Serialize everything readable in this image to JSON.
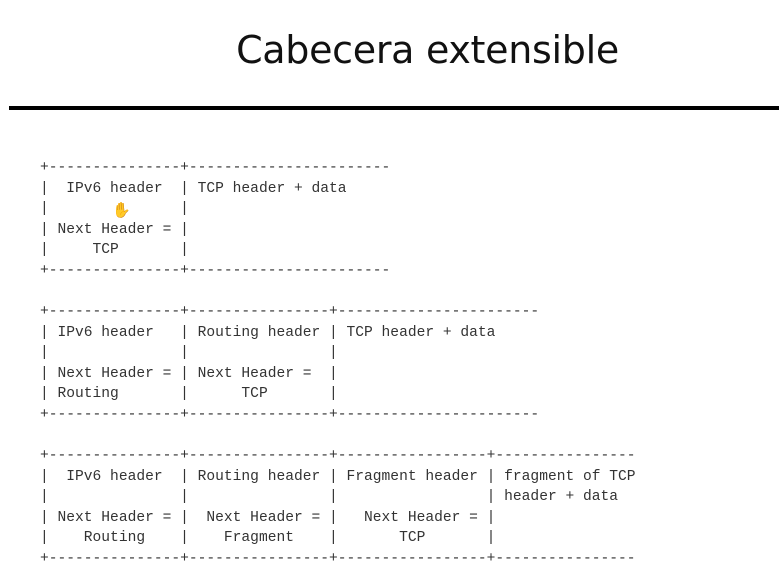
{
  "slide": {
    "title": "Cabecera extensible"
  },
  "diagrams": {
    "d1": "+---------------+-----------------------\n|  IPv6 header  | TCP header + data\n|               |\n| Next Header = |\n|     TCP       |\n+---------------+-----------------------",
    "d2": "+---------------+----------------+-----------------------\n| IPv6 header   | Routing header | TCP header + data\n|               |                |\n| Next Header = | Next Header =  |\n| Routing       |      TCP       |\n+---------------+----------------+-----------------------",
    "d3": "+---------------+----------------+-----------------+----------------\n|  IPv6 header  | Routing header | Fragment header | fragment of TCP\n|               |                |                 | header + data\n| Next Header = |  Next Header = |   Next Header = |\n|    Routing    |    Fragment    |       TCP       |\n+---------------+----------------+-----------------+----------------"
  },
  "icons": {
    "cursor": "hand-cursor-icon"
  }
}
